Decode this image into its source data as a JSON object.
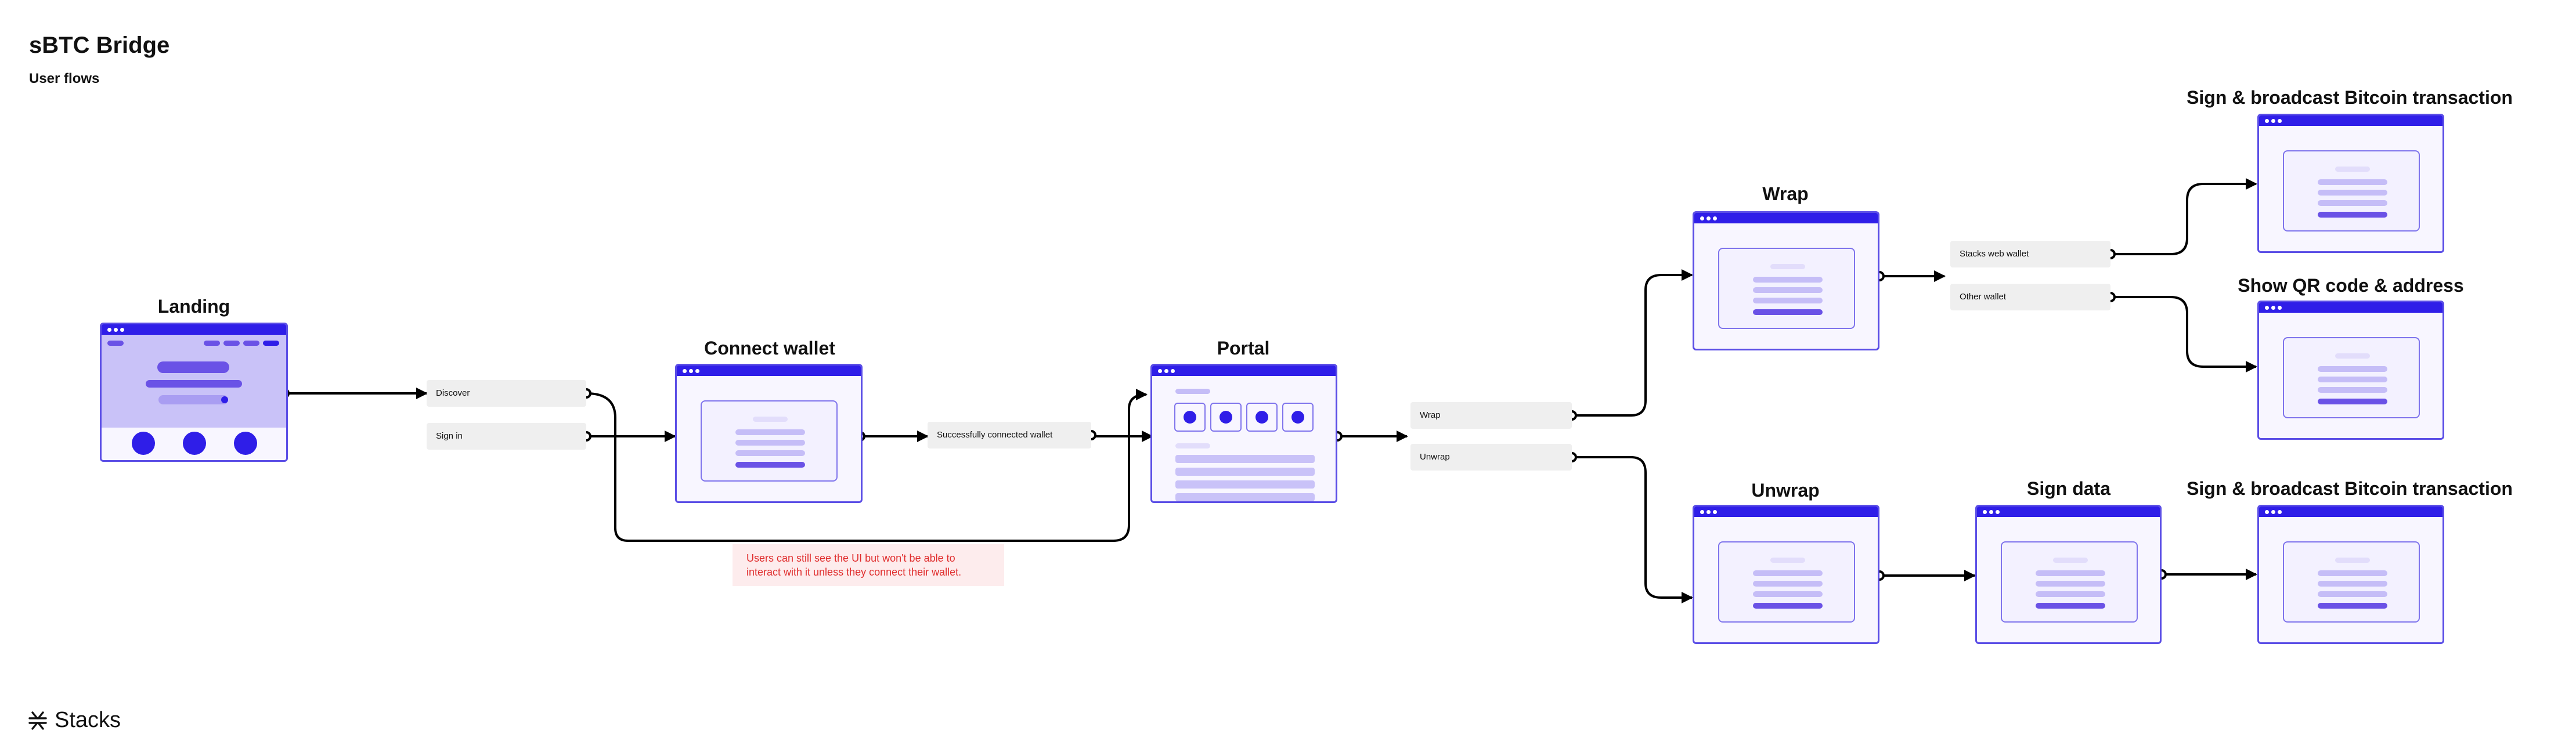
{
  "header": {
    "title": "sBTC Bridge",
    "subtitle": "User flows"
  },
  "footer": {
    "logo_text": "Stacks",
    "logo_icon": "stacks-logo-icon"
  },
  "screens": {
    "landing": "Landing",
    "connect_wallet": "Connect wallet",
    "portal": "Portal",
    "wrap": "Wrap",
    "unwrap": "Unwrap",
    "sign_data": "Sign data",
    "sign_broadcast_top": "Sign & broadcast Bitcoin transaction",
    "show_qr": "Show QR code & address",
    "sign_broadcast_bottom": "Sign & broadcast Bitcoin transaction"
  },
  "actions": {
    "discover": "Discover",
    "sign_in": "Sign in",
    "successfully_connected": "Successfully connected wallet",
    "wrap": "Wrap",
    "unwrap": "Unwrap",
    "stacks_web_wallet": "Stacks web wallet",
    "other_wallet": "Other wallet"
  },
  "note": {
    "line1": "Users can still see the UI but won't be able to",
    "line2": "interact with it unless they connect their wallet."
  },
  "colors": {
    "brand": "#2f1ee8",
    "frame_border": "#5b4ee6",
    "skeleton": "#c5bdf7",
    "skeleton_primary": "#6a52e6",
    "note_text": "#e02d2d",
    "note_bg": "#fdeced"
  }
}
